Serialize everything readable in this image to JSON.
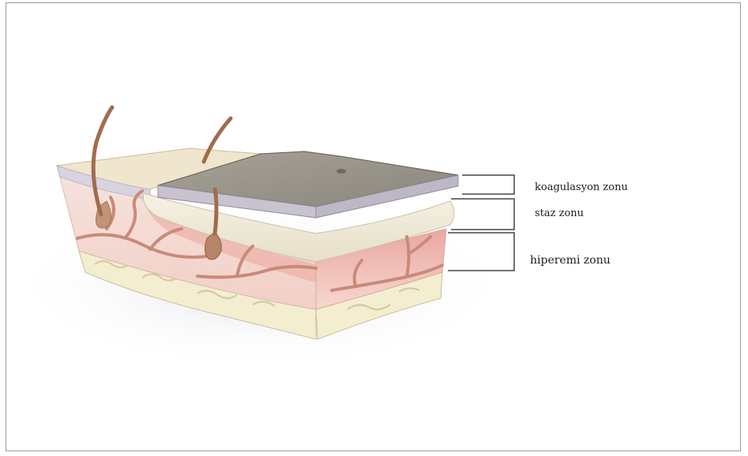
{
  "zones": [
    {
      "label": "koagulasyon zonu",
      "color": "#8f8a80"
    },
    {
      "label": "staz zonu",
      "color": "#efe9da"
    },
    {
      "label": "hiperemi zonu",
      "color": "#e7b3ac"
    }
  ],
  "colors": {
    "epidermis": "#efe6cd",
    "dermis": "#f3d6cf",
    "subcutis": "#f4eed0",
    "vessel": "#c98a7a",
    "hair": "#a06c4e",
    "bracket": "#222222"
  }
}
